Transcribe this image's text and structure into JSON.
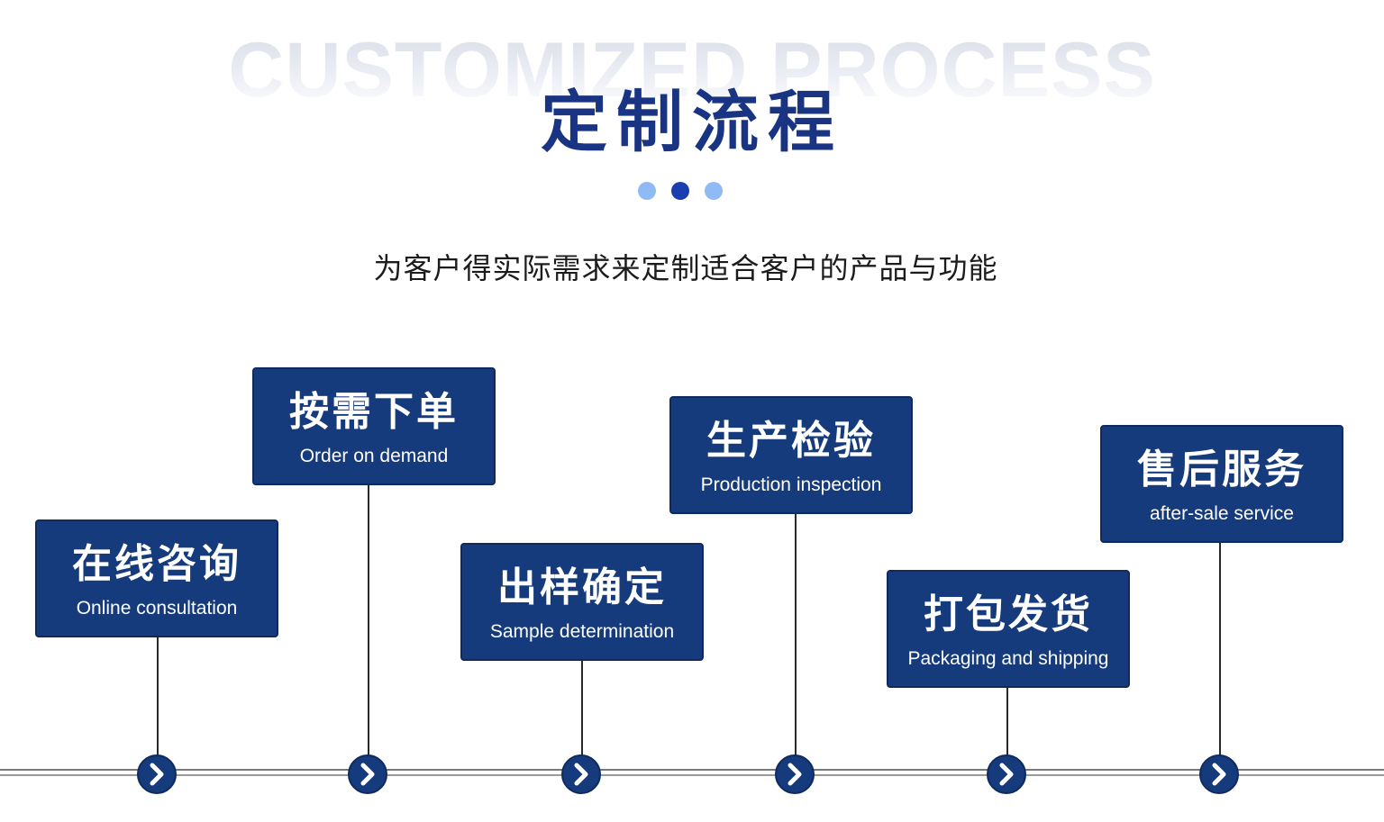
{
  "header": {
    "bg_title": "CUSTOMIZED PROCESS",
    "title": "定制流程",
    "subtitle": "为客户得实际需求来定制适合客户的产品与功能"
  },
  "steps": [
    {
      "cn": "在线咨询",
      "en": "Online consultation"
    },
    {
      "cn": "按需下单",
      "en": "Order on demand"
    },
    {
      "cn": "出样确定",
      "en": "Sample determination"
    },
    {
      "cn": "生产检验",
      "en": "Production inspection"
    },
    {
      "cn": "打包发货",
      "en": "Packaging and shipping"
    },
    {
      "cn": "售后服务",
      "en": "after-sale service"
    }
  ],
  "colors": {
    "box_fill": "#163b7c",
    "title": "#1a3484",
    "dot_light": "#8fbaf6",
    "dot_dark": "#1a3eb0"
  },
  "icons": {
    "node": "chevron-right-icon"
  }
}
